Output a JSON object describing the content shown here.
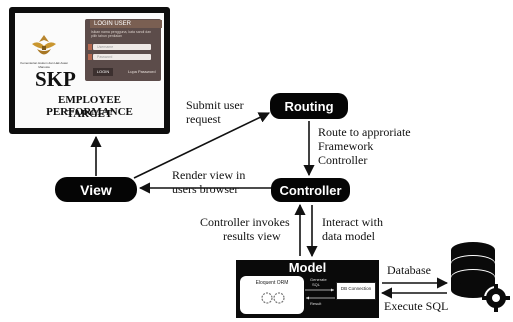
{
  "screen": {
    "login_title": "LOGIN USER",
    "login_subtitle": "Isikan nama pengguna, kata sandi dan pilih tahun penilaian",
    "username_placeholder": "Username",
    "password_placeholder": "Password",
    "login_button": "LOGIN",
    "forgot_link": "Lupa Password",
    "agency_text": "Kementerian Hukum dan Hak Asasi Manusia",
    "app_abbrev": "SKP",
    "app_title_line1": "EMPLOYEE PERFORMANCE",
    "app_title_line2": "TARGET"
  },
  "nodes": {
    "routing": "Routing",
    "controller": "Controller",
    "view": "View",
    "model": "Model"
  },
  "edges": {
    "submit_line1": "Submit user",
    "submit_line2": "request",
    "route_line1": "Route to approriate",
    "route_line2": "Framework",
    "route_line3": "Controller",
    "render_line1": "Render view in",
    "render_line2": "users browser",
    "invokes_line1": "Controller invokes",
    "invokes_line2": "results view",
    "interact_line1": "Interact with",
    "interact_line2": "data model",
    "database": "Database",
    "execute_sql": "Execute SQL"
  },
  "model_internals": {
    "orm_label": "Eloquent ORM",
    "generate_label": "Generate",
    "sql_label": "SQL",
    "result_label": "Result",
    "db_connection_label": "DB Connection"
  }
}
